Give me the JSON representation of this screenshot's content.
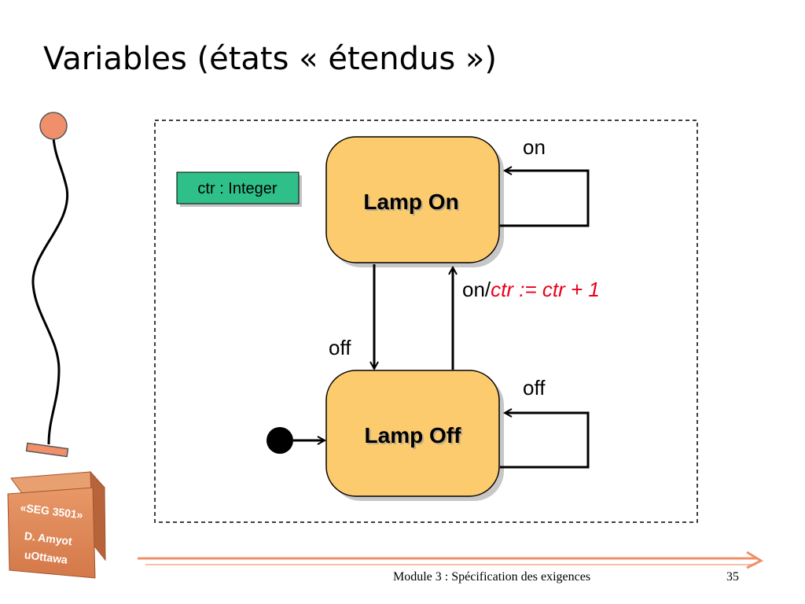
{
  "slide": {
    "title": "Variables (états « étendus »)",
    "footer": "Module 3 : Spécification des exigences",
    "page_number": "35"
  },
  "diagram": {
    "variable_box": "ctr : Integer",
    "states": [
      {
        "id": "lamp-on",
        "label": "Lamp On"
      },
      {
        "id": "lamp-off",
        "label": "Lamp Off"
      }
    ],
    "transitions": {
      "on_self": "on",
      "off_self": "off",
      "on_to_off": "off",
      "off_to_on_event": "on/",
      "off_to_on_action": "ctr := ctr + 1"
    }
  },
  "badge": {
    "line1": "«SEG 3501»",
    "line2": "D. Amyot",
    "line3": "uOttawa"
  },
  "colors": {
    "state_fill": "#FCCB6E",
    "variable_box_fill": "#2FC08A",
    "action_text": "#E8001C",
    "badge_fill": "#DC8050",
    "decor_orange": "#F0906A"
  }
}
